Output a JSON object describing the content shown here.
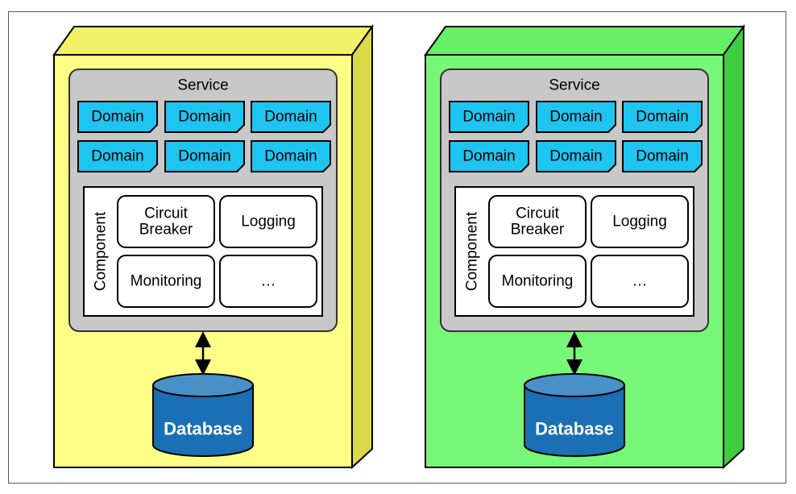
{
  "panels": [
    {
      "id": "left",
      "colors": {
        "front": "#ffff88",
        "top": "#f2f266",
        "side": "#d9d94a"
      },
      "service_label": "Service",
      "domains": [
        "Domain",
        "Domain",
        "Domain",
        "Domain",
        "Domain",
        "Domain"
      ],
      "component_label": "Component",
      "components": [
        "Circuit\nBreaker",
        "Logging",
        "Monitoring",
        "…"
      ],
      "database_label": "Database"
    },
    {
      "id": "right",
      "colors": {
        "front": "#77f777",
        "top": "#66ee66",
        "side": "#3fce3f"
      },
      "service_label": "Service",
      "domains": [
        "Domain",
        "Domain",
        "Domain",
        "Domain",
        "Domain",
        "Domain"
      ],
      "component_label": "Component",
      "components": [
        "Circuit\nBreaker",
        "Logging",
        "Monitoring",
        "…"
      ],
      "database_label": "Database"
    }
  ],
  "colors": {
    "service_bg": "#c8c8c8",
    "domain_fill": "#1ec5f0",
    "database_fill": "#1a6fb5",
    "database_top": "#4a90c8",
    "outline": "#000000"
  }
}
